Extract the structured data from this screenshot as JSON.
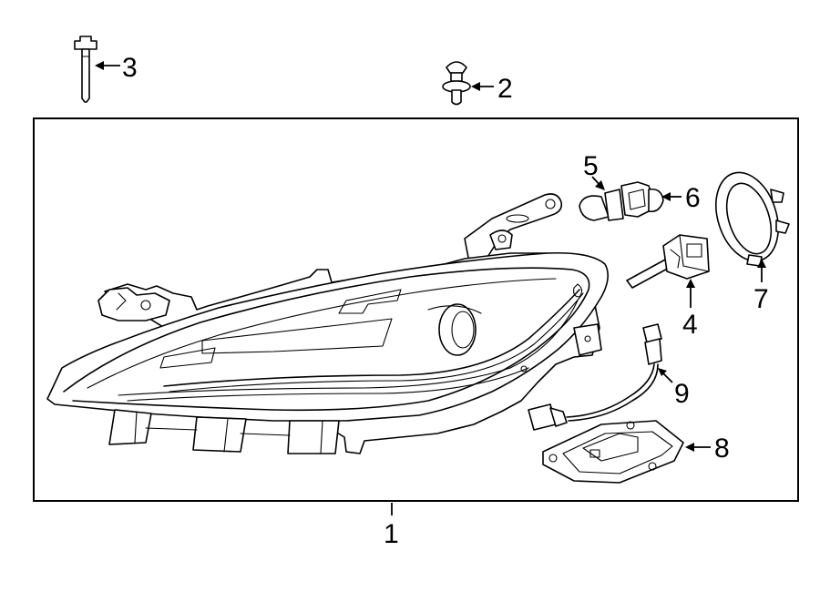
{
  "diagram": {
    "type": "exploded parts diagram",
    "callouts": [
      {
        "part": "headlamp-assembly",
        "label": "1"
      },
      {
        "part": "push-pin-fastener",
        "label": "2"
      },
      {
        "part": "mounting-bolt",
        "label": "3"
      },
      {
        "part": "hid-bulb",
        "label": "4"
      },
      {
        "part": "turn-signal-bulb",
        "label": "5"
      },
      {
        "part": "bulb-socket",
        "label": "6"
      },
      {
        "part": "bulb-retainer-cap",
        "label": "7"
      },
      {
        "part": "ballast-control-module",
        "label": "8"
      },
      {
        "part": "wiring-harness",
        "label": "9"
      }
    ]
  },
  "colors": {
    "line": "#000000",
    "background": "#ffffff"
  }
}
